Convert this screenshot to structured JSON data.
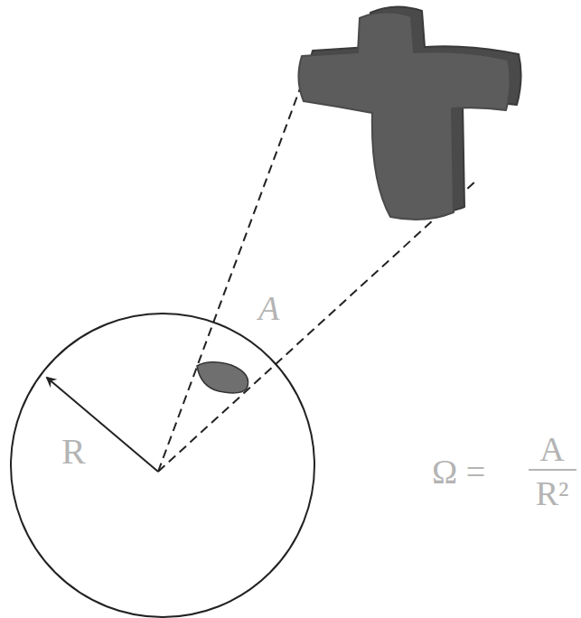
{
  "diagram": {
    "labels": [
      "A",
      "R",
      "Ω =",
      "A",
      "R²"
    ]
  }
}
